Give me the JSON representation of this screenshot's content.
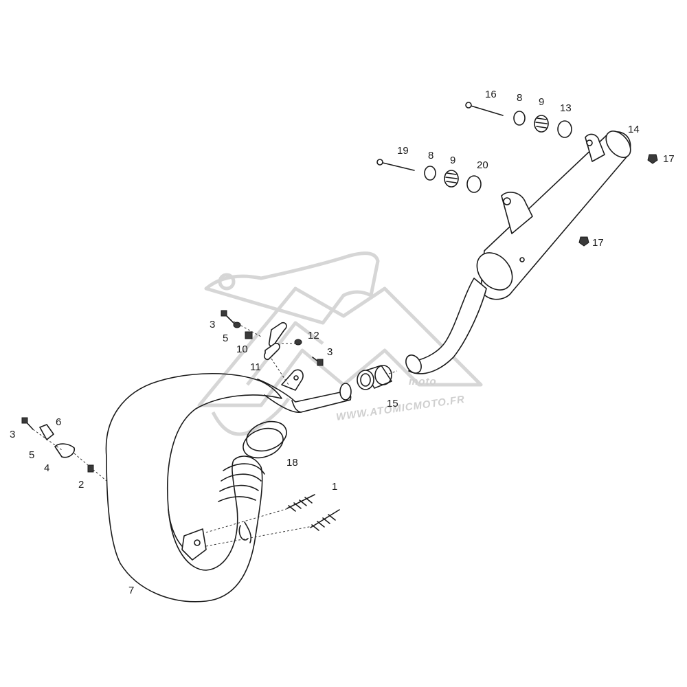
{
  "diagram": {
    "watermark": {
      "logo_text": "moto",
      "url": "WWW.ATOMICMOTO.FR"
    },
    "callouts": {
      "c1": "1",
      "c2": "2",
      "c3a": "3",
      "c3b": "3",
      "c3c": "3",
      "c4": "4",
      "c5a": "5",
      "c5b": "5",
      "c6": "6",
      "c7": "7",
      "c8a": "8",
      "c8b": "8",
      "c9a": "9",
      "c9b": "9",
      "c10": "10",
      "c11": "11",
      "c12": "12",
      "c13": "13",
      "c14": "14",
      "c15": "15",
      "c16": "16",
      "c17a": "17",
      "c17b": "17",
      "c18": "18",
      "c19": "19",
      "c20": "20"
    }
  }
}
